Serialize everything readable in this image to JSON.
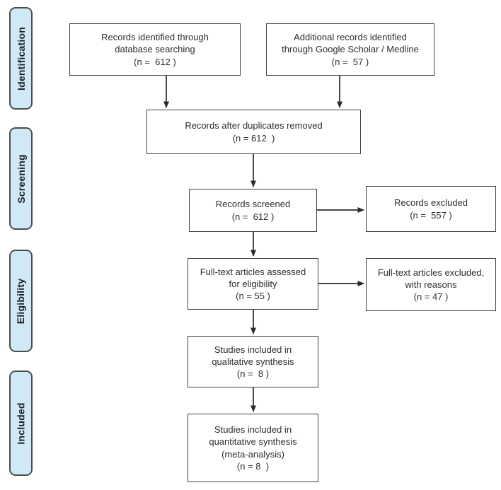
{
  "stage_labels": [
    "Identification",
    "Screening",
    "Eligibility",
    "Included"
  ],
  "boxes": {
    "records_identified": {
      "text": "Records identified through\ndatabase searching\n(n =  612 )"
    },
    "additional_records": {
      "text": "Additional records identified\nthrough Google Scholar / Medline\n(n =  57 )"
    },
    "after_duplicates": {
      "text": "Records after duplicates removed\n(n = 612  )"
    },
    "records_screened": {
      "text": "Records screened\n(n =  612 )"
    },
    "records_excluded": {
      "text": "Records excluded\n(n =  557 )"
    },
    "fulltext_assessed": {
      "text": "Full-text articles assessed\nfor eligibility\n(n = 55 )"
    },
    "fulltext_excluded": {
      "text": "Full-text articles excluded,\nwith reasons\n(n = 47 )"
    },
    "qualitative_synthesis": {
      "text": "Studies included in\nqualitative synthesis\n(n =  8 )"
    },
    "quantitative_synthesis": {
      "text": "Studies included in\nquantitative synthesis\n(meta-analysis)\n(n = 8  )"
    }
  },
  "colors": {
    "stage_fill": "#cfe9f6",
    "stage_border": "#4c4d4f",
    "box_border": "#3f4041",
    "arrow": "#2b2b2b",
    "text": "#2d2d2d"
  }
}
